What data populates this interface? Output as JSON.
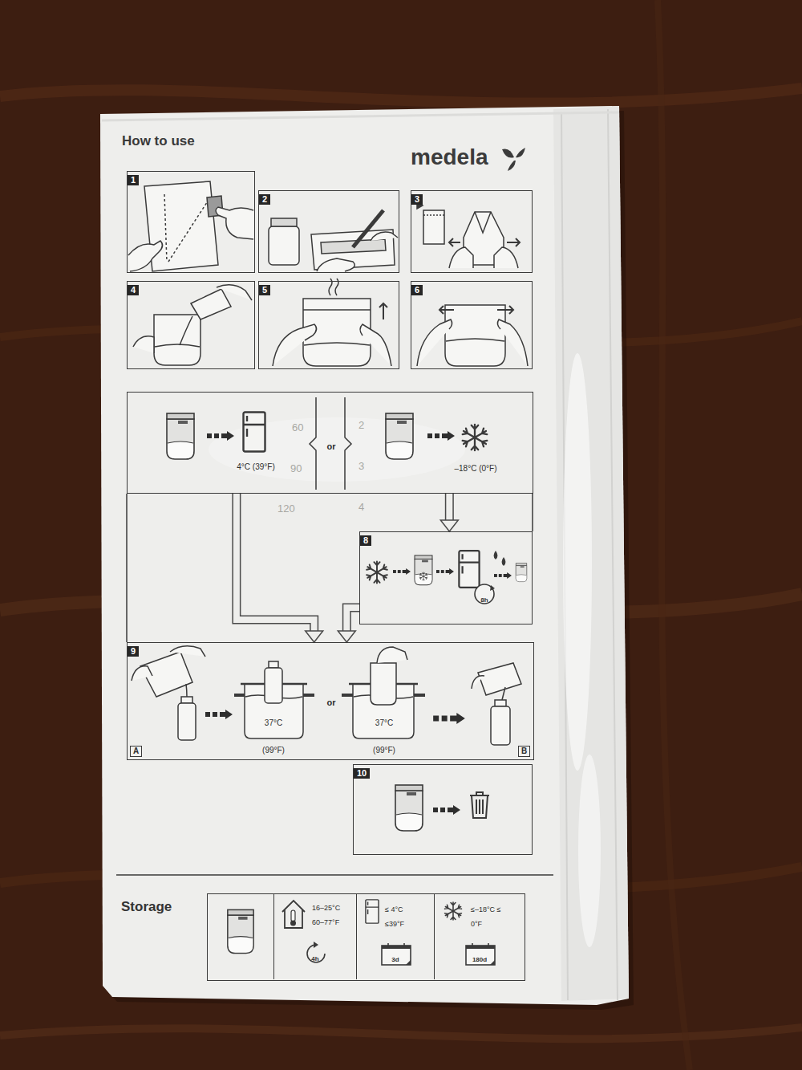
{
  "diagram": {
    "title": "How to use",
    "nodes": [
      {
        "text": [
          "1"
        ]
      },
      {
        "text": [
          "2"
        ]
      },
      {
        "text": [
          "3"
        ]
      },
      {
        "text": [
          "4"
        ]
      },
      {
        "text": [
          "5"
        ]
      },
      {
        "text": [
          "6"
        ]
      },
      {
        "text": [
          "4°C (39°F)",
          "or",
          "–18°C (0°F)"
        ]
      },
      {
        "text": [
          "8",
          "8h"
        ]
      },
      {
        "text": [
          "9",
          "37°C",
          "(99°F)",
          "or",
          "37°C",
          "(99°F)",
          "A",
          "B"
        ]
      },
      {
        "text": [
          "10"
        ]
      },
      {
        "text": [
          "Storage"
        ]
      },
      {
        "text": [
          "16–25°C 60–77°F",
          "4h"
        ],
        "in": 10
      },
      {
        "text": [
          "≤ 4°C ≤39°F",
          "3d"
        ],
        "in": 10
      },
      {
        "text": [
          "≤–18°C ≤ 0°F",
          "180d"
        ],
        "in": 10
      }
    ],
    "edges": [
      {
        "from": 6,
        "to": 7,
        "arrow": "to"
      },
      {
        "from": 6,
        "to": 8,
        "arrow": "to"
      },
      {
        "from": 7,
        "to": 8,
        "arrow": "to"
      }
    ],
    "labels": [
      "medela",
      "60",
      "90",
      "120",
      "2",
      "3",
      "4"
    ]
  }
}
